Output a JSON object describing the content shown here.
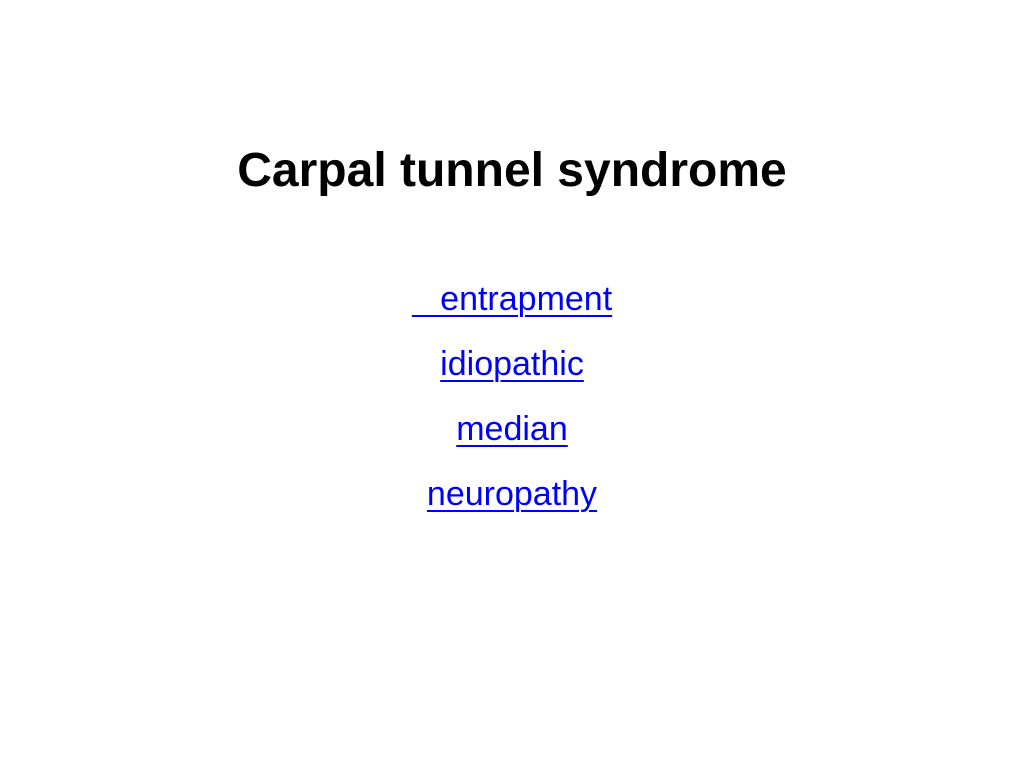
{
  "slide": {
    "title": "Carpal tunnel syndrome",
    "links": [
      {
        "label": "   entrapment"
      },
      {
        "label": "idiopathic"
      },
      {
        "label": "median"
      },
      {
        "label": "neuropathy"
      }
    ]
  },
  "colors": {
    "background": "#ffffff",
    "title": "#000000",
    "link": "#0000ff"
  }
}
